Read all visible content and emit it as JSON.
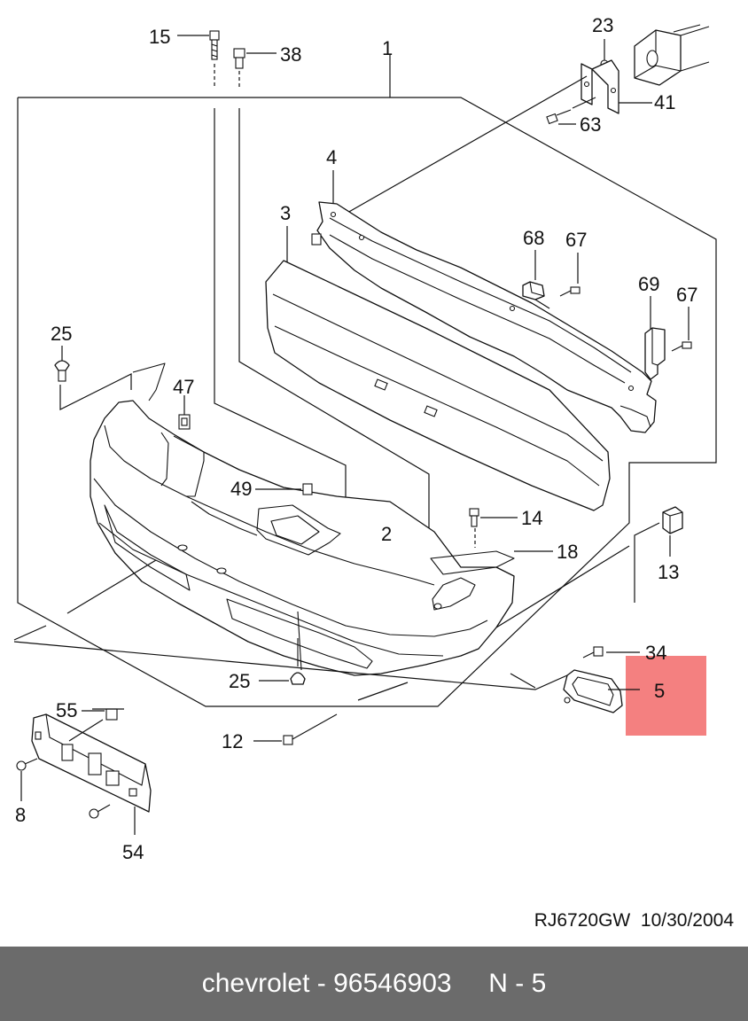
{
  "diagram": {
    "callouts": {
      "c1": "1",
      "c2": "2",
      "c3": "3",
      "c4": "4",
      "c5": "5",
      "c8": "8",
      "c12": "12",
      "c13": "13",
      "c14": "14",
      "c15": "15",
      "c18": "18",
      "c23": "23",
      "c25a": "25",
      "c25b": "25",
      "c34": "34",
      "c38": "38",
      "c41": "41",
      "c47": "47",
      "c49": "49",
      "c54": "54",
      "c55": "55",
      "c63": "63",
      "c67a": "67",
      "c67b": "67",
      "c68": "68",
      "c69": "69"
    },
    "highlight_color": "#f48080",
    "highlighted_part": "5",
    "code": "RJ6720GW  10/30/2004"
  },
  "footer": {
    "text": "chevrolet - 96546903     N - 5",
    "background": "#6b6b6b"
  }
}
